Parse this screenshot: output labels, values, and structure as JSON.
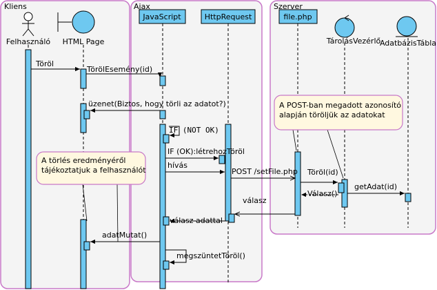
{
  "lanes": {
    "kliens": "Kliens",
    "ajax": "Ajax",
    "szerver": "Szerver"
  },
  "actors": {
    "felhasznalo": "Felhasználó",
    "html_page": "HTML Page",
    "javascript": "JavaScript",
    "httprequest": "HttpRequest",
    "file_php": "file.php",
    "tarolas_vezerlo": "TárolásVezérlő",
    "adatbazis_tabla": "AdatbázisTábla"
  },
  "messages": {
    "torol": "Töröl",
    "torol_esemeny": "TörölEsemény(id)",
    "uzenet": "üzenet(Biztos, hogy törli az adatot?)",
    "if_not_ok": "IF (NOT OK)",
    "if_ok": "IF (OK):létrehozTöröl",
    "hivas": "hívás",
    "post": "POST /setFile.php",
    "torol_id": "Töröl(id)",
    "valasz_func": "Válasz()",
    "get_adat": "getAdat(id)",
    "valasz": "válasz",
    "valasz_adattal": "válasz adattal",
    "adat_mutat": "adatMutat()",
    "megszuntet_torol": "megszüntetTöröl()"
  },
  "notes": {
    "torles_line1": "A törlés eredményéről",
    "torles_line2": "tájékoztatjuk a felhasználót",
    "post_line1": "A POST-ban megadott azonosító",
    "post_line2": "alapján töröljük az adatokat"
  },
  "colors": {
    "lane_border": "#c878c8",
    "lane_fill": "#f4f4f4",
    "lifeline_fill": "#6ec8f0",
    "activation_fill": "#6ec8f0",
    "note_fill": "#fff8e0",
    "note_border": "#c878c8"
  }
}
